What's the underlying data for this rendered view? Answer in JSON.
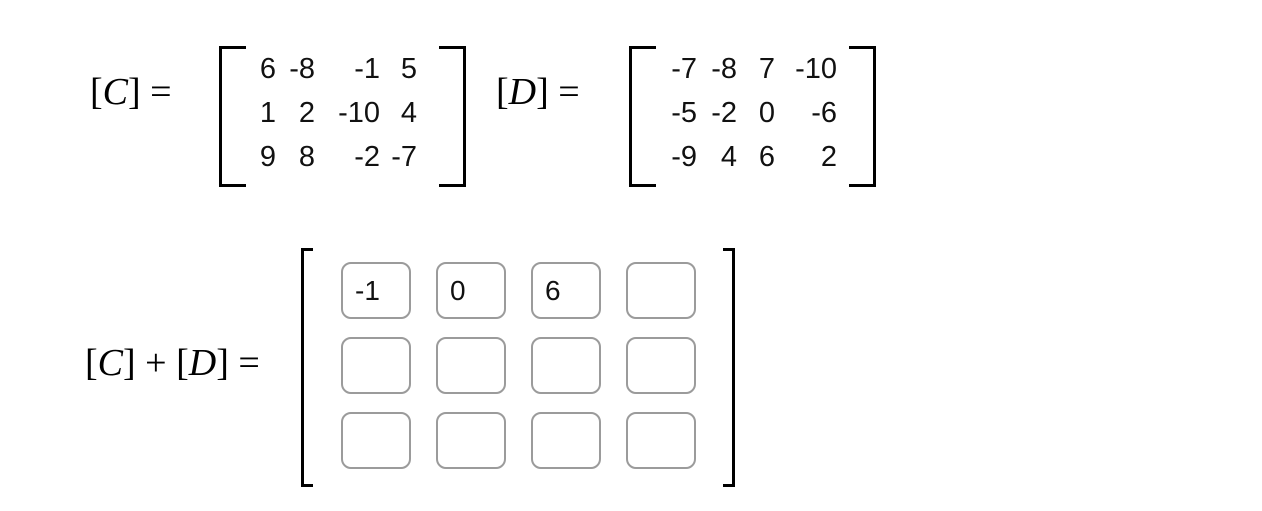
{
  "colors": {
    "background": "#ffffff",
    "number_text": "#111111",
    "bracket": "#000000",
    "input_border": "#9b9b9b"
  },
  "matrix_c": {
    "label": {
      "open": "[",
      "var": "C",
      "rest": "] ="
    },
    "rows": [
      [
        "6",
        "-8",
        "-1",
        "5"
      ],
      [
        "1",
        "2",
        "-10",
        "4"
      ],
      [
        "9",
        "8",
        "-2",
        "-7"
      ]
    ]
  },
  "matrix_d": {
    "label": {
      "open": "[",
      "var": "D",
      "rest": "] ="
    },
    "rows": [
      [
        "-7",
        "-8",
        "7",
        "-10"
      ],
      [
        "-5",
        "-2",
        "0",
        "-6"
      ],
      [
        "-9",
        "4",
        "6",
        "2"
      ]
    ]
  },
  "sum": {
    "label": {
      "open": "[",
      "var1": "C",
      "mid": "] + [",
      "var2": "D",
      "rest": "] ="
    },
    "entries": [
      [
        "-1",
        "0",
        "6",
        ""
      ],
      [
        "",
        "",
        "",
        ""
      ],
      [
        "",
        "",
        "",
        ""
      ]
    ]
  }
}
